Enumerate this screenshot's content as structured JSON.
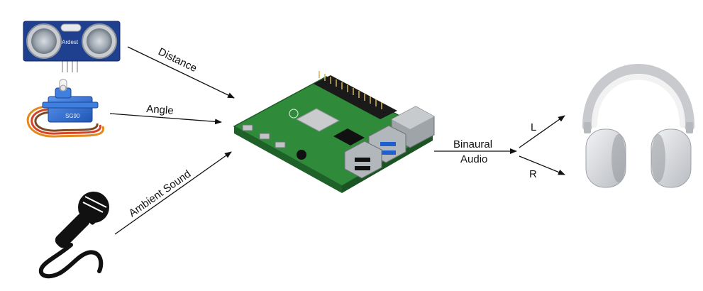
{
  "inputs": {
    "distance": "Distance",
    "angle": "Angle",
    "ambient": "Ambient Sound"
  },
  "output": {
    "line1": "Binaural",
    "line2": "Audio",
    "left": "L",
    "right": "R"
  },
  "sensor": {
    "brand": "Ardest"
  },
  "colors": {
    "sensor_board": "#1f3f8f",
    "servo_body": "#2e6fd6",
    "pi_board": "#2f8a3a",
    "headphone": "#d9dadc",
    "arrow": "#111111"
  }
}
